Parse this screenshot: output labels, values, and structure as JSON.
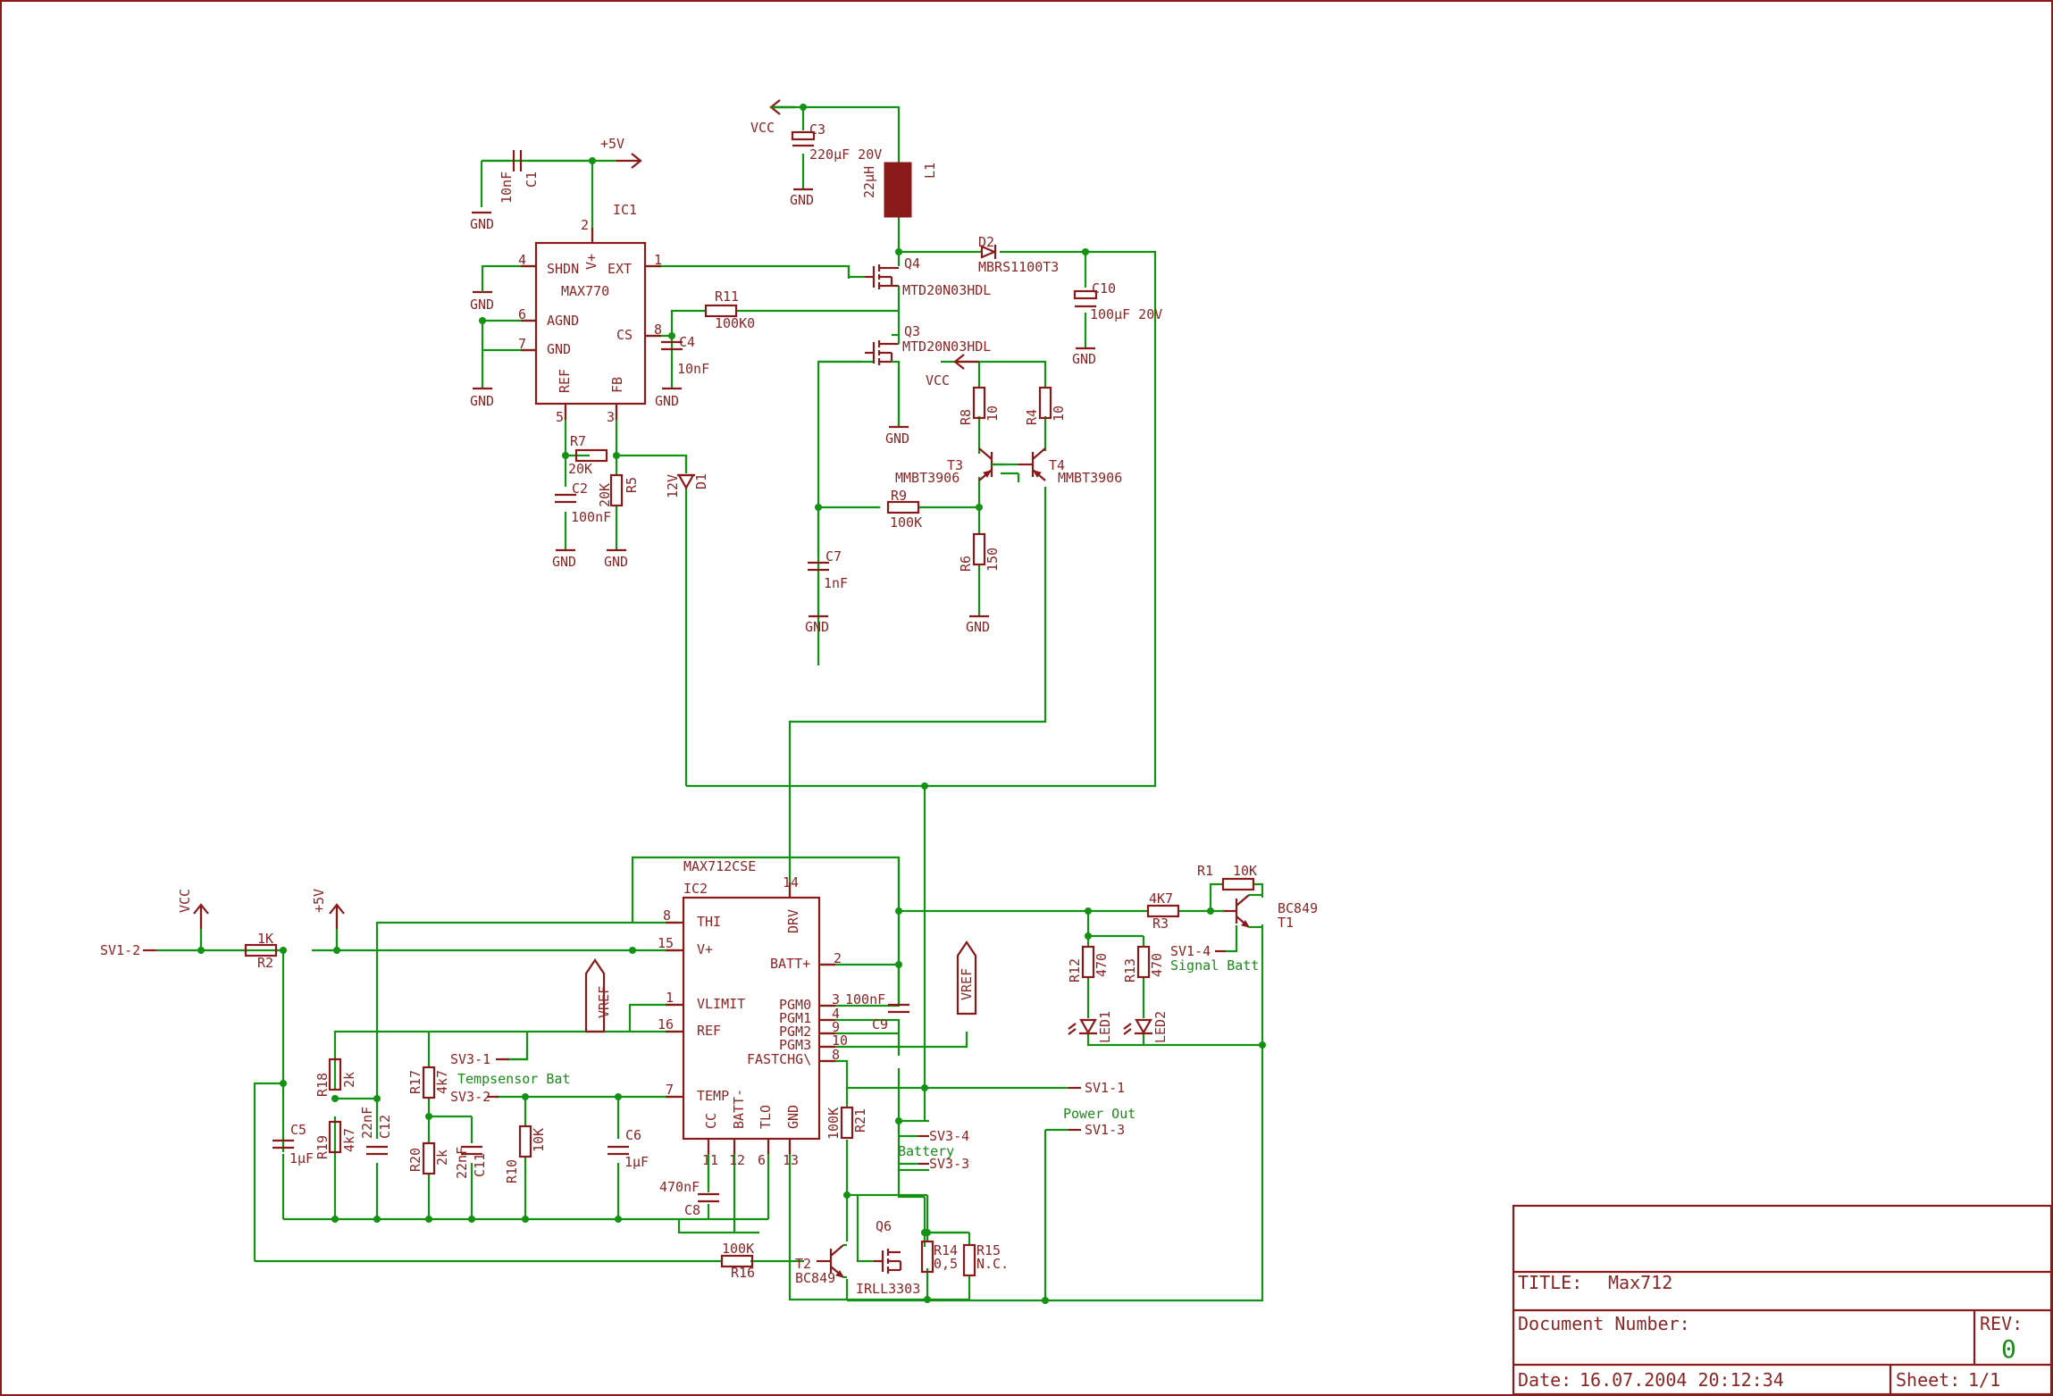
{
  "colors": {
    "part": "#8a1a1a",
    "wire": "#139213",
    "net_label": "#1a8a1a",
    "background": "#ffffff"
  },
  "ic1": {
    "name": "IC1",
    "type": "MAX770",
    "pins": {
      "shdn": "SHDN",
      "vplus": "V+",
      "ext": "EXT",
      "agnd": "AGND",
      "gnd": "GND",
      "cs": "CS",
      "ref": "REF",
      "fb": "FB"
    },
    "pin_numbers": [
      "4",
      "2",
      "1",
      "6",
      "7",
      "8",
      "5",
      "3"
    ]
  },
  "ic2": {
    "name": "IC2",
    "type": "MAX712CSE",
    "pins": {
      "thi": "THI",
      "vplus": "V+",
      "vlimit": "VLIMIT",
      "ref": "REF",
      "temp": "TEMP",
      "cc": "CC",
      "batt_minus": "BATT-",
      "tlo": "TLO",
      "gnd": "GND",
      "drv": "DRV",
      "batt_plus": "BATT+",
      "pgm0": "PGM0",
      "pgm1": "PGM1",
      "pgm2": "PGM2",
      "pgm3": "PGM3",
      "fastchg": "FASTCHG\\"
    },
    "pin_numbers": {
      "thi": "8",
      "vplus": "15",
      "vlimit": "1",
      "ref": "16",
      "temp": "7",
      "cc": "11",
      "batt_minus": "12",
      "tlo": "6",
      "gnd": "13",
      "drv": "14",
      "batt_plus": "2",
      "pgm0": "3",
      "pgm1": "4",
      "pgm2": "9",
      "pgm3": "10",
      "fastchg": "8"
    }
  },
  "components": {
    "c1": {
      "name": "C1",
      "value": "10nF"
    },
    "c2": {
      "name": "C2",
      "value": "100nF"
    },
    "c3": {
      "name": "C3",
      "value": "220µF 20V"
    },
    "c4": {
      "name": "C4",
      "value": "10nF"
    },
    "c5": {
      "name": "C5",
      "value": "1µF"
    },
    "c6": {
      "name": "C6",
      "value": "1µF"
    },
    "c7": {
      "name": "C7",
      "value": "1nF"
    },
    "c8": {
      "name": "C8",
      "value": "470nF"
    },
    "c9": {
      "name": "C9",
      "value": "100nF"
    },
    "c10": {
      "name": "C10",
      "value": "100µF 20V"
    },
    "c11": {
      "name": "C11",
      "value": "22nF"
    },
    "c12": {
      "name": "C12",
      "value": "22nF"
    },
    "l1": {
      "name": "L1",
      "value": "22µH"
    },
    "d1": {
      "name": "D1",
      "value": "12V"
    },
    "d2": {
      "name": "D2",
      "value": "MBRS1100T3"
    },
    "q3": {
      "name": "Q3",
      "value": "MTD20N03HDL"
    },
    "q4": {
      "name": "Q4",
      "value": "MTD20N03HDL"
    },
    "q6": {
      "name": "Q6",
      "value": "IRLL3303"
    },
    "t1": {
      "name": "T1",
      "value": "BC849"
    },
    "t2": {
      "name": "T2",
      "value": "BC849"
    },
    "t3": {
      "name": "T3",
      "value": "MMBT3906"
    },
    "t4": {
      "name": "T4",
      "value": "MMBT3906"
    },
    "r1": {
      "name": "R1",
      "value": "10K"
    },
    "r2": {
      "name": "R2",
      "value": "1K"
    },
    "r3": {
      "name": "R3",
      "value": "4K7"
    },
    "r4": {
      "name": "R4",
      "value": "10"
    },
    "r5": {
      "name": "R5",
      "value": "20K"
    },
    "r6": {
      "name": "R6",
      "value": "150"
    },
    "r7": {
      "name": "R7",
      "value": "20K"
    },
    "r8": {
      "name": "R8",
      "value": "10"
    },
    "r9": {
      "name": "R9",
      "value": "100K"
    },
    "r10": {
      "name": "R10",
      "value": "10K"
    },
    "r11": {
      "name": "R11",
      "value": "100K0"
    },
    "r12": {
      "name": "R12",
      "value": "470"
    },
    "r13": {
      "name": "R13",
      "value": "470"
    },
    "r14": {
      "name": "R14",
      "value": "0,5"
    },
    "r15": {
      "name": "R15",
      "value": "N.C."
    },
    "r16": {
      "name": "R16",
      "value": "100K"
    },
    "r17": {
      "name": "R17",
      "value": "4k7"
    },
    "r18": {
      "name": "R18",
      "value": "2k"
    },
    "r19": {
      "name": "R19",
      "value": "4k7"
    },
    "r20": {
      "name": "R20",
      "value": "2k"
    },
    "r21": {
      "name": "R21",
      "value": "100K"
    },
    "led1": {
      "name": "LED1"
    },
    "led2": {
      "name": "LED2"
    }
  },
  "supplies": {
    "vcc": "VCC",
    "p5v": "+5V",
    "gnd": "GND",
    "vref": "VREF"
  },
  "connectors": {
    "sv1_1": "SV1-1",
    "sv1_2": "SV1-2",
    "sv1_3": "SV1-3",
    "sv1_4": "SV1-4",
    "sv3_1": "SV3-1",
    "sv3_2": "SV3-2",
    "sv3_3": "SV3-3",
    "sv3_4": "SV3-4"
  },
  "net_labels": {
    "signal_batt": "Signal Batt",
    "tempsensor": "Tempsensor Bat",
    "power_out": "Power Out",
    "battery": "Battery"
  },
  "title_block": {
    "title_label": "TITLE:",
    "title_value": "Max712",
    "doc_label": "Document Number:",
    "rev_label": "REV:",
    "rev_value": "0",
    "date_label": "Date:",
    "date_value": "16.07.2004 20:12:34",
    "sheet_label": "Sheet:",
    "sheet_value": "1/1"
  }
}
